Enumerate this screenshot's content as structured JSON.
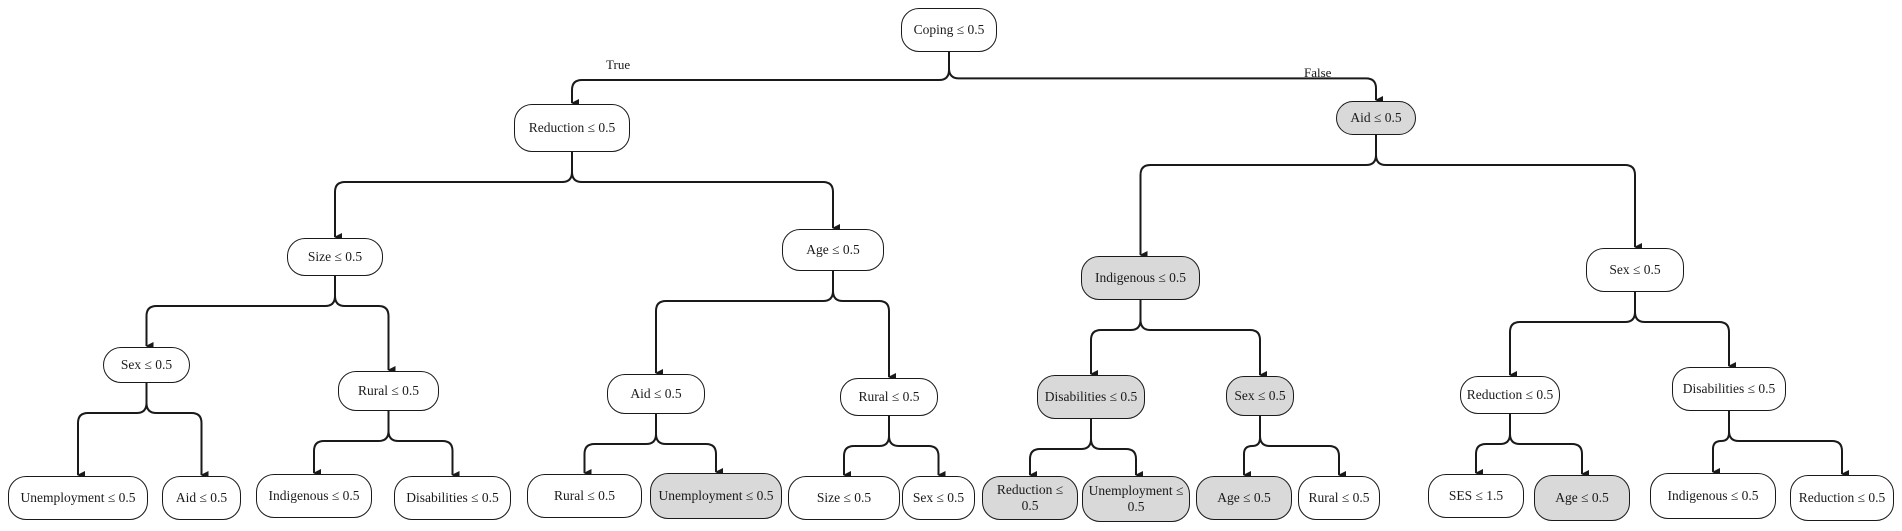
{
  "branch_labels": {
    "true": "True",
    "false": "False"
  },
  "colors": {
    "line": "#1a1a1a",
    "shaded_fill": "#d9d9d9",
    "plain_fill": "#ffffff"
  },
  "nodes": {
    "root": {
      "label": "Coping ≤ 0.5",
      "shaded": false
    },
    "l1_left": {
      "label": "Reduction ≤ 0.5",
      "shaded": false
    },
    "l1_right": {
      "label": "Aid ≤ 0.5",
      "shaded": true
    },
    "l2_a": {
      "label": "Size ≤ 0.5",
      "shaded": false
    },
    "l2_b": {
      "label": "Age ≤ 0.5",
      "shaded": false
    },
    "l2_c": {
      "label": "Indigenous ≤ 0.5",
      "shaded": true
    },
    "l2_d": {
      "label": "Sex ≤ 0.5",
      "shaded": false
    },
    "l3_a": {
      "label": "Sex ≤ 0.5",
      "shaded": false
    },
    "l3_b": {
      "label": "Rural ≤ 0.5",
      "shaded": false
    },
    "l3_c": {
      "label": "Aid ≤ 0.5",
      "shaded": false
    },
    "l3_d": {
      "label": "Rural ≤ 0.5",
      "shaded": false
    },
    "l3_e": {
      "label": "Disabilities ≤ 0.5",
      "shaded": true
    },
    "l3_f": {
      "label": "Sex ≤ 0.5",
      "shaded": true
    },
    "l3_g": {
      "label": "Reduction ≤ 0.5",
      "shaded": false
    },
    "l3_h": {
      "label": "Disabilities ≤ 0.5",
      "shaded": false
    },
    "leaf_1": {
      "label": "Unemployment ≤ 0.5",
      "shaded": false
    },
    "leaf_2": {
      "label": "Aid ≤ 0.5",
      "shaded": false
    },
    "leaf_3": {
      "label": "Indigenous ≤ 0.5",
      "shaded": false
    },
    "leaf_4": {
      "label": "Disabilities ≤ 0.5",
      "shaded": false
    },
    "leaf_5": {
      "label": "Rural ≤ 0.5",
      "shaded": false
    },
    "leaf_6": {
      "label": "Unemployment ≤ 0.5",
      "shaded": true
    },
    "leaf_7": {
      "label": "Size ≤ 0.5",
      "shaded": false
    },
    "leaf_8": {
      "label": "Sex ≤ 0.5",
      "shaded": false
    },
    "leaf_9": {
      "label": "Reduction ≤ 0.5",
      "shaded": true
    },
    "leaf_10": {
      "label": "Unemployment ≤ 0.5",
      "shaded": true
    },
    "leaf_11": {
      "label": "Age ≤ 0.5",
      "shaded": true
    },
    "leaf_12": {
      "label": "Rural ≤ 0.5",
      "shaded": false
    },
    "leaf_13": {
      "label": "SES ≤ 1.5",
      "shaded": false
    },
    "leaf_14": {
      "label": "Age ≤ 0.5",
      "shaded": true
    },
    "leaf_15": {
      "label": "Indigenous ≤ 0.5",
      "shaded": false
    },
    "leaf_16": {
      "label": "Reduction ≤ 0.5",
      "shaded": false
    }
  },
  "edges": [
    [
      "root",
      "l1_left"
    ],
    [
      "root",
      "l1_right"
    ],
    [
      "l1_left",
      "l2_a"
    ],
    [
      "l1_left",
      "l2_b"
    ],
    [
      "l1_right",
      "l2_c"
    ],
    [
      "l1_right",
      "l2_d"
    ],
    [
      "l2_a",
      "l3_a"
    ],
    [
      "l2_a",
      "l3_b"
    ],
    [
      "l2_b",
      "l3_c"
    ],
    [
      "l2_b",
      "l3_d"
    ],
    [
      "l2_c",
      "l3_e"
    ],
    [
      "l2_c",
      "l3_f"
    ],
    [
      "l2_d",
      "l3_g"
    ],
    [
      "l2_d",
      "l3_h"
    ],
    [
      "l3_a",
      "leaf_1"
    ],
    [
      "l3_a",
      "leaf_2"
    ],
    [
      "l3_b",
      "leaf_3"
    ],
    [
      "l3_b",
      "leaf_4"
    ],
    [
      "l3_c",
      "leaf_5"
    ],
    [
      "l3_c",
      "leaf_6"
    ],
    [
      "l3_d",
      "leaf_7"
    ],
    [
      "l3_d",
      "leaf_8"
    ],
    [
      "l3_e",
      "leaf_9"
    ],
    [
      "l3_e",
      "leaf_10"
    ],
    [
      "l3_f",
      "leaf_11"
    ],
    [
      "l3_f",
      "leaf_12"
    ],
    [
      "l3_g",
      "leaf_13"
    ],
    [
      "l3_g",
      "leaf_14"
    ],
    [
      "l3_h",
      "leaf_15"
    ],
    [
      "l3_h",
      "leaf_16"
    ]
  ]
}
